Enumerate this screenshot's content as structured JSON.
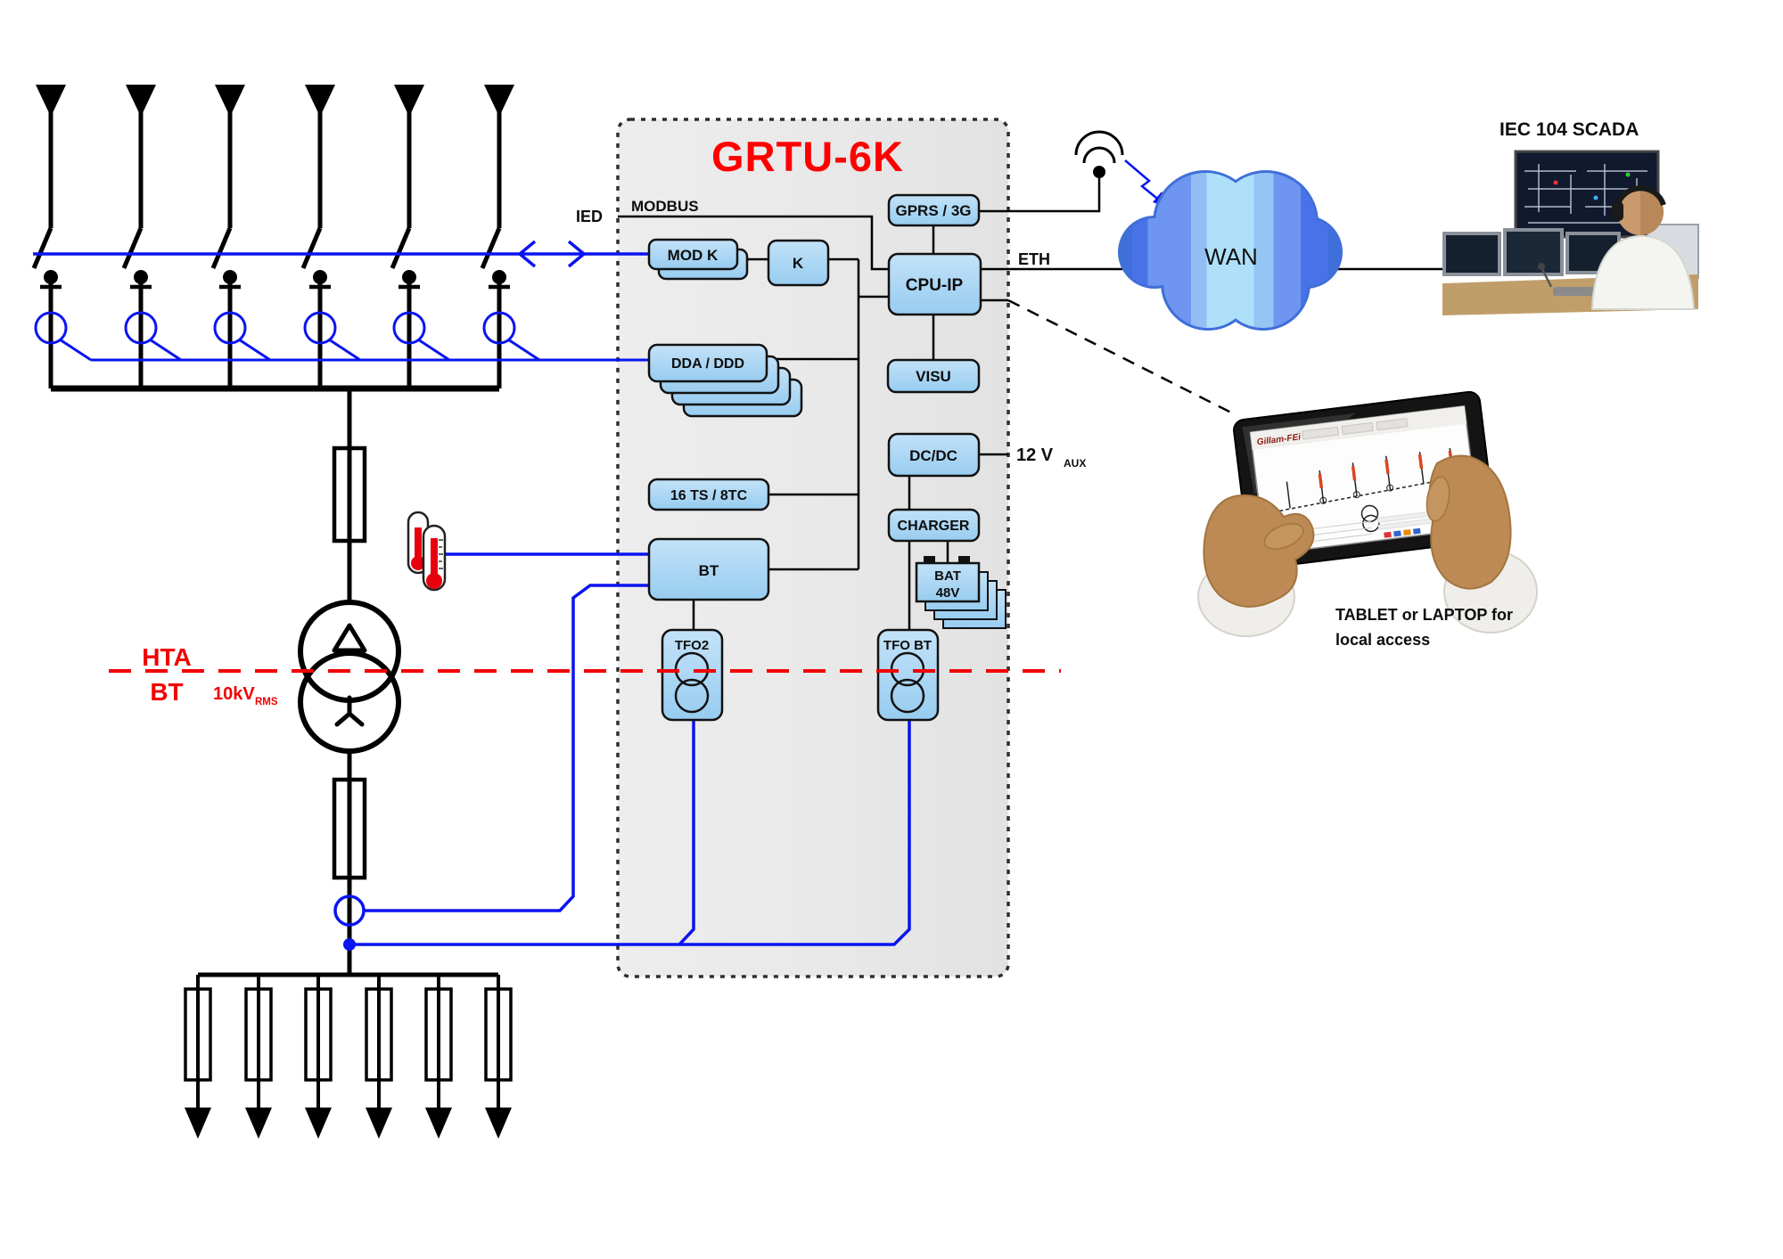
{
  "title": "GRTU-6K",
  "rtu": {
    "modules": {
      "mod_k": "MOD K",
      "k": "K",
      "gprs": "GPRS / 3G",
      "cpu": "CPU-IP",
      "visu": "VISU",
      "dda": "DDA / DDD",
      "ts_tc": "16 TS / 8TC",
      "bt": "BT",
      "dcdc": "DC/DC",
      "charger": "CHARGER",
      "bat_line1": "BAT",
      "bat_line2": "48V",
      "tfo2": "TFO2",
      "tfo_bt": "TFO BT"
    }
  },
  "ports": {
    "ied": "IED",
    "modbus": "MODBUS",
    "eth": "ETH",
    "aux_v": "12 V",
    "aux_sub": "AUX"
  },
  "network": {
    "wan": "WAN",
    "scada_title": "IEC 104 SCADA"
  },
  "local_access": {
    "caption_line1": "TABLET or LAPTOP for",
    "caption_line2": "local access",
    "tablet_brand": "Gillam-FEi"
  },
  "voltage_boundary": {
    "upper": "HTA",
    "lower": "BT",
    "value": "10kV",
    "value_sub": "RMS"
  },
  "colors": {
    "accent_red": "#FF0000",
    "line_blue": "#0A14F0",
    "module_fill": "#A9D6F5",
    "enclosure_fill": "#EBEBEB",
    "cloud_dark": "#4A72E8",
    "cloud_light": "#AEE0FA"
  }
}
